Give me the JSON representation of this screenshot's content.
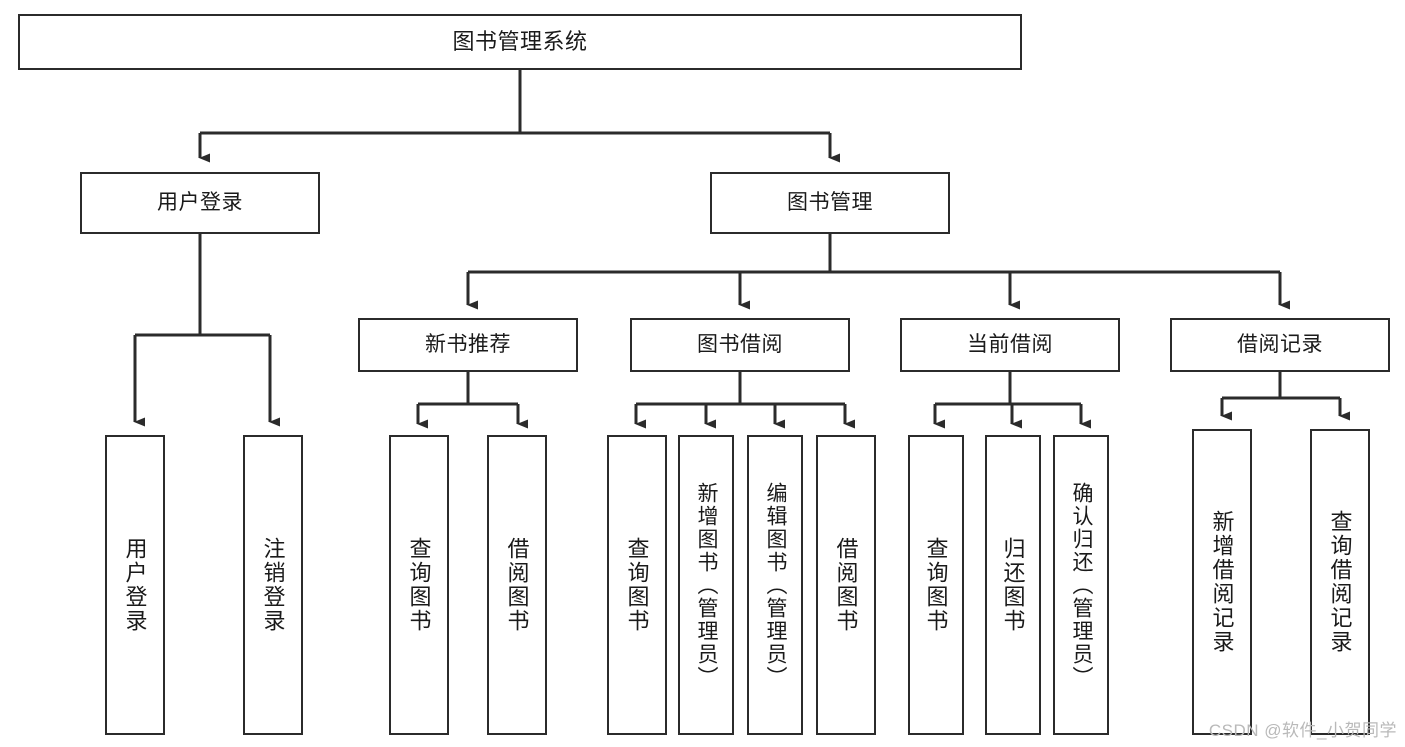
{
  "diagram": {
    "title": "图书管理系统",
    "type": "tree-hierarchy-chart",
    "colors": {
      "background": "#ffffff",
      "node_border": "#2b2b2b",
      "node_fill": "#ffffff",
      "connector": "#2b2b2b",
      "text": "#1a1a1a",
      "watermark": "#b9b9b9"
    }
  },
  "root": {
    "label": "图书管理系统"
  },
  "level2": [
    {
      "label": "用户登录"
    },
    {
      "label": "图书管理"
    }
  ],
  "level3": [
    {
      "label": "新书推荐"
    },
    {
      "label": "图书借阅"
    },
    {
      "label": "当前借阅"
    },
    {
      "label": "借阅记录"
    }
  ],
  "leaves": {
    "user_login": [
      {
        "label": "用户登录"
      },
      {
        "label": "注销登录"
      }
    ],
    "new_book_recommend": [
      {
        "label": "查询图书"
      },
      {
        "label": "借阅图书"
      }
    ],
    "book_borrow": [
      {
        "label": "查询图书"
      },
      {
        "label": "新增图书（管理员）"
      },
      {
        "label": "编辑图书（管理员）"
      },
      {
        "label": "借阅图书"
      }
    ],
    "current_borrow": [
      {
        "label": "查询图书"
      },
      {
        "label": "归还图书"
      },
      {
        "label": "确认归还（管理员）"
      }
    ],
    "borrow_record": [
      {
        "label": "新增借阅记录"
      },
      {
        "label": "查询借阅记录"
      }
    ]
  },
  "watermark": {
    "text": "CSDN @软件_小贺同学"
  },
  "chart_data": {
    "type": "table",
    "title": "图书管理系统",
    "nodes": [
      {
        "id": "root",
        "label": "图书管理系统",
        "level": 0,
        "parent": null
      },
      {
        "id": "user-login",
        "label": "用户登录",
        "level": 1,
        "parent": "root"
      },
      {
        "id": "book-manage",
        "label": "图书管理",
        "level": 1,
        "parent": "root"
      },
      {
        "id": "leaf-user-login",
        "label": "用户登录",
        "level": 2,
        "parent": "user-login"
      },
      {
        "id": "leaf-logout",
        "label": "注销登录",
        "level": 2,
        "parent": "user-login"
      },
      {
        "id": "new-book",
        "label": "新书推荐",
        "level": 2,
        "parent": "book-manage"
      },
      {
        "id": "book-borrow",
        "label": "图书借阅",
        "level": 2,
        "parent": "book-manage"
      },
      {
        "id": "current-borrow",
        "label": "当前借阅",
        "level": 2,
        "parent": "book-manage"
      },
      {
        "id": "borrow-record",
        "label": "借阅记录",
        "level": 2,
        "parent": "book-manage"
      },
      {
        "id": "nb-query",
        "label": "查询图书",
        "level": 3,
        "parent": "new-book"
      },
      {
        "id": "nb-borrow",
        "label": "借阅图书",
        "level": 3,
        "parent": "new-book"
      },
      {
        "id": "bb-query",
        "label": "查询图书",
        "level": 3,
        "parent": "book-borrow"
      },
      {
        "id": "bb-add",
        "label": "新增图书（管理员）",
        "level": 3,
        "parent": "book-borrow"
      },
      {
        "id": "bb-edit",
        "label": "编辑图书（管理员）",
        "level": 3,
        "parent": "book-borrow"
      },
      {
        "id": "bb-borrow",
        "label": "借阅图书",
        "level": 3,
        "parent": "book-borrow"
      },
      {
        "id": "cb-query",
        "label": "查询图书",
        "level": 3,
        "parent": "current-borrow"
      },
      {
        "id": "cb-return",
        "label": "归还图书",
        "level": 3,
        "parent": "current-borrow"
      },
      {
        "id": "cb-confirm",
        "label": "确认归还（管理员）",
        "level": 3,
        "parent": "current-borrow"
      },
      {
        "id": "br-add",
        "label": "新增借阅记录",
        "level": 3,
        "parent": "borrow-record"
      },
      {
        "id": "br-query",
        "label": "查询借阅记录",
        "level": 3,
        "parent": "borrow-record"
      }
    ]
  }
}
